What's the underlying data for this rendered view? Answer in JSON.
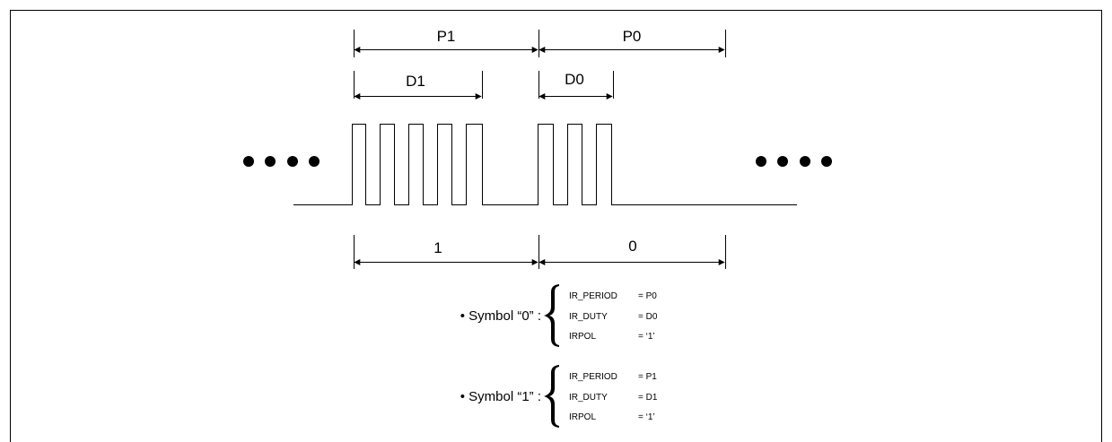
{
  "timing_labels": {
    "p1": "P1",
    "p0": "P0",
    "d1": "D1",
    "d0": "D0",
    "bit_one": "1",
    "bit_zero": "0"
  },
  "symbol_zero": {
    "label": "• Symbol “0” :",
    "rows": [
      {
        "name": "IR_PERIOD",
        "value": "= P0"
      },
      {
        "name": "IR_DUTY",
        "value": "= D0"
      },
      {
        "name": "IRPOL",
        "value": "= ‘1’"
      }
    ]
  },
  "symbol_one": {
    "label": "• Symbol “1” :",
    "rows": [
      {
        "name": "IR_PERIOD",
        "value": "= P1"
      },
      {
        "name": "IR_DUTY",
        "value": "= D1"
      },
      {
        "name": "IRPOL",
        "value": "= ‘1’"
      }
    ]
  }
}
